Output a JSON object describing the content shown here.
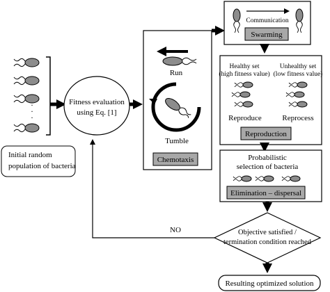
{
  "population": {
    "label_line1": "Initial random",
    "label_line2": "population of bacteria",
    "dots": "."
  },
  "fitness": {
    "line1": "Fitness evaluation",
    "line2": "using Eq. [1]"
  },
  "chemotaxis": {
    "run_label": "Run",
    "tumble_label": "Tumble",
    "title": "Chemotaxis"
  },
  "swarming": {
    "communication_label": "Communication",
    "title": "Swarming"
  },
  "reproduction": {
    "healthy_line1": "Healthy set",
    "healthy_line2": "(high fitness value)",
    "unhealthy_line1": "Unhealthy set",
    "unhealthy_line2": "(low fitness value)",
    "reproduce_label": "Reproduce",
    "reprocess_label": "Reprocess",
    "title": "Reproduction"
  },
  "elimination": {
    "line1": "Probabilistic",
    "line2": "selection of bacteria",
    "title": "Elimination – dispersal"
  },
  "decision": {
    "line1": "Objective satisfied /",
    "line2": "termination condition reached",
    "no_label": "NO"
  },
  "result": {
    "label": "Resulting optimized solution"
  },
  "colors": {
    "box_fill": "#a8a8a8",
    "bacteria_fill": "#8c8c8c",
    "arrow": "#000000"
  }
}
